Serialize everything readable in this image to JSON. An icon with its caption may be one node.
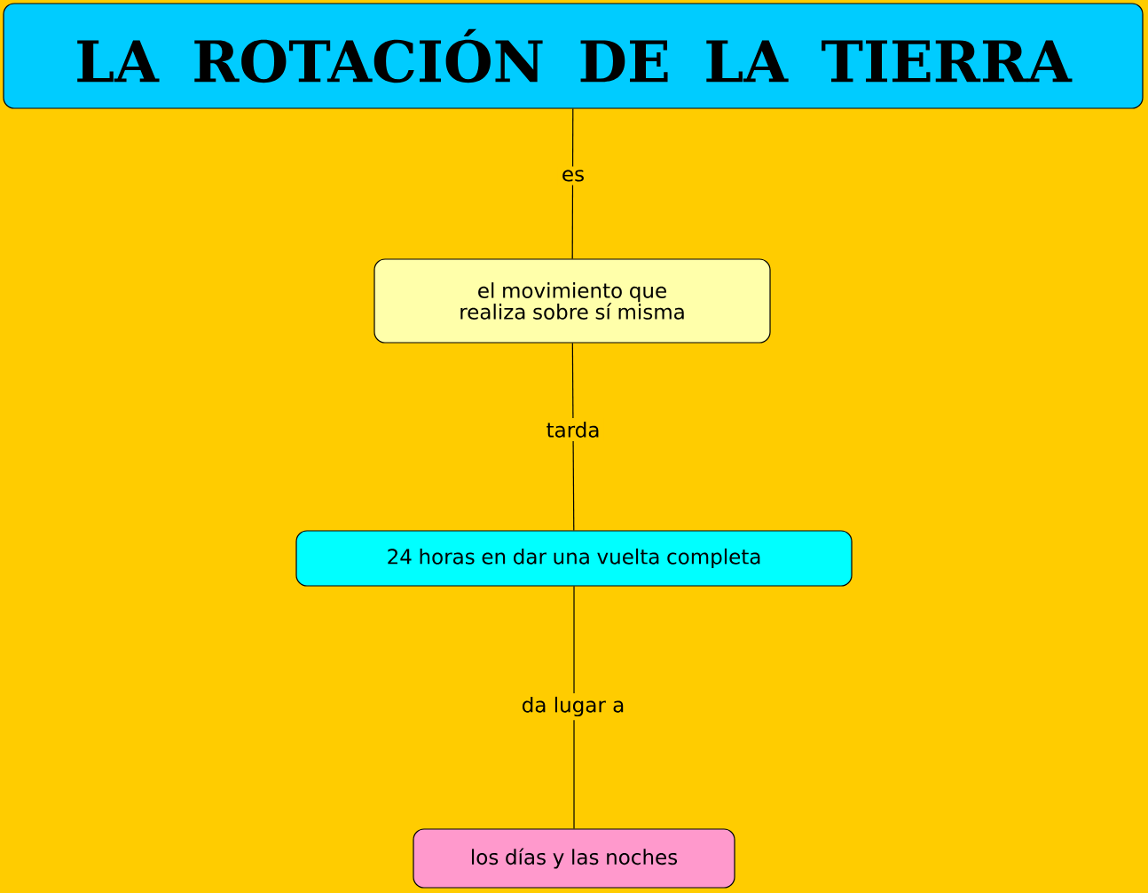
{
  "diagram": {
    "nodes": [
      {
        "text": [
          "LA ROTACIÓN DE LA TIERRA"
        ]
      },
      {
        "text": [
          "el movimiento que realiza sobre sí misma"
        ]
      },
      {
        "text": [
          "24 horas en dar una vuelta completa"
        ]
      },
      {
        "text": [
          "los días y las noches"
        ]
      }
    ],
    "edges": [
      {
        "from": 0,
        "to": 1,
        "arrow": "none",
        "label": "es"
      },
      {
        "from": 1,
        "to": 2,
        "arrow": "none",
        "label": "tarda"
      },
      {
        "from": 2,
        "to": 3,
        "arrow": "none",
        "label": "da lugar a"
      }
    ]
  }
}
